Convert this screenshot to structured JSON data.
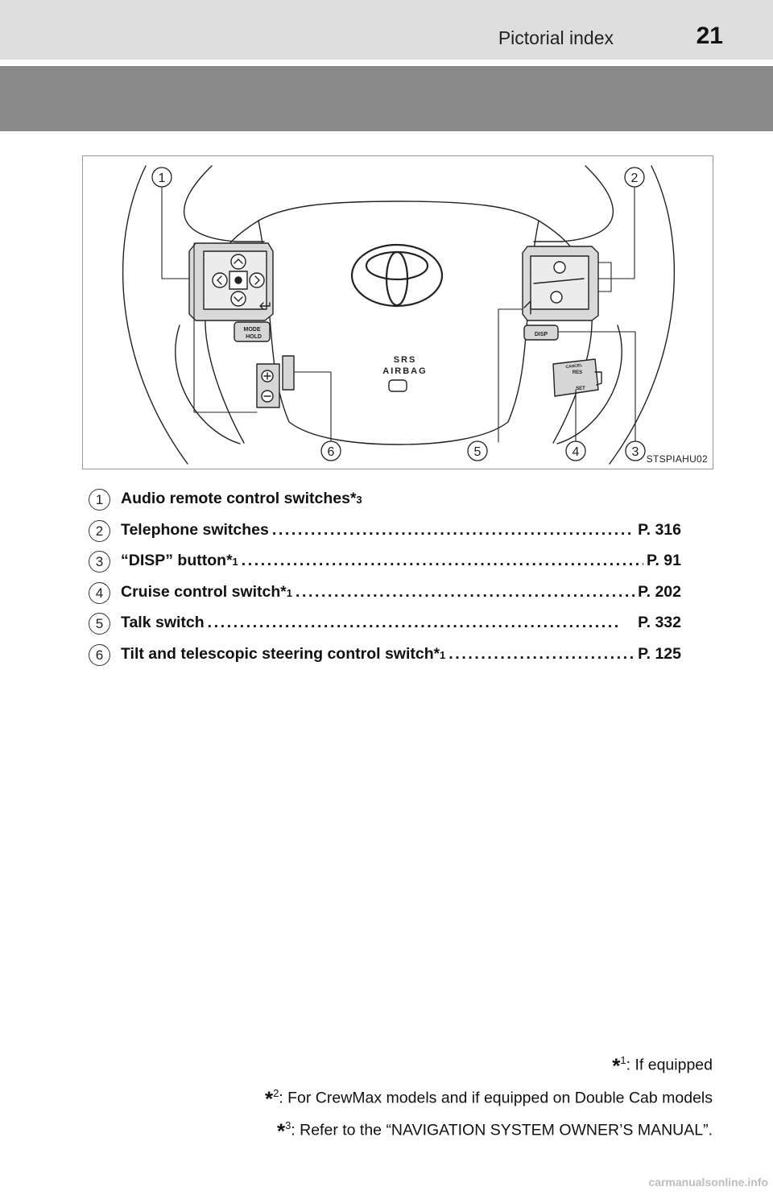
{
  "header": {
    "section_title": "Pictorial index",
    "page_number": "21"
  },
  "figure": {
    "code": "STSPIAHU02",
    "callouts": [
      "1",
      "2",
      "3",
      "4",
      "5",
      "6"
    ],
    "labels": {
      "srs_line1": "SRS",
      "srs_line2": "AIRBAG",
      "mode_line1": "MODE",
      "mode_line2": "HOLD",
      "disp": "DISP",
      "cancel": "CANCEL",
      "res": "RES",
      "set": "SET"
    }
  },
  "items": [
    {
      "num": "1",
      "label": "Audio remote control switches",
      "note": "3",
      "leader": "",
      "page_ref": ""
    },
    {
      "num": "2",
      "label": "Telephone switches",
      "note": "",
      "leader": "................................................................",
      "page_ref": "P. 316"
    },
    {
      "num": "3",
      "label": "“DISP” button",
      "note": "1",
      "leader": "................................................................",
      "page_ref": "P. 91"
    },
    {
      "num": "4",
      "label": "Cruise control switch",
      "note": "1",
      "leader": "................................................................",
      "page_ref": "P. 202"
    },
    {
      "num": "5",
      "label": "Talk switch",
      "note": "",
      "leader": "................................................................",
      "page_ref": "P. 332"
    },
    {
      "num": "6",
      "label": "Tilt and telescopic steering control switch",
      "note": "1",
      "leader": "................................................................",
      "page_ref": "P. 125"
    }
  ],
  "footnotes": [
    {
      "mark": "*",
      "num": "1",
      "text": ": If equipped"
    },
    {
      "mark": "*",
      "num": "2",
      "text": ": For CrewMax models and if equipped on Double Cab models"
    },
    {
      "mark": "*",
      "num": "3",
      "text": ": Refer to the “NAVIGATION SYSTEM OWNER’S MANUAL”."
    }
  ],
  "watermark": "carmanualsonline.info"
}
